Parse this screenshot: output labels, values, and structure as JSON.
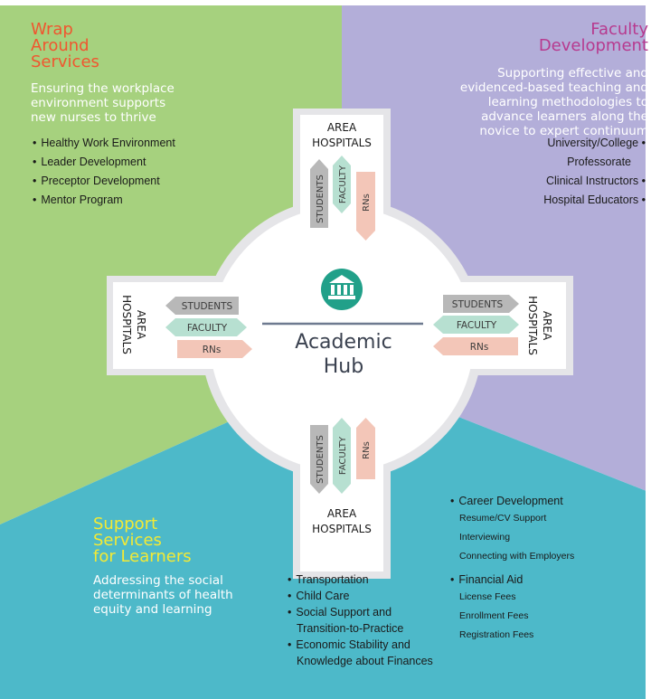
{
  "colors": {
    "wrap": "#a6d17e",
    "faculty": "#b3aed9",
    "support": "#4db9c9",
    "wrap_title": "#f0562f",
    "faculty_title": "#b73a8f",
    "support_title": "#f4ea34",
    "hub_icon": "#21a089",
    "students": "#b8b8b8",
    "faculty_arrow": "#b7e0d1",
    "rns": "#f3c6b8"
  },
  "wrap": {
    "title_lines": [
      "Wrap",
      "Around",
      "Services"
    ],
    "subtitle_lines": [
      "Ensuring the workplace",
      "environment supports",
      "new nurses to thrive"
    ],
    "items": [
      "Healthy Work Environment",
      "Leader Development",
      "Preceptor Development",
      "Mentor Program"
    ]
  },
  "faculty": {
    "title_lines": [
      "Faculty",
      "Development"
    ],
    "subtitle_lines": [
      "Supporting effective and",
      "evidenced-based teaching and",
      "learning methodologies to",
      "advance learners along the",
      "novice to expert continuum"
    ],
    "items": [
      "University/College",
      "Professorate",
      "Clinical Instructors",
      "Hospital Educators"
    ]
  },
  "support": {
    "title_lines": [
      "Support",
      "Services",
      "for Learners"
    ],
    "subtitle_lines": [
      "Addressing the social",
      "determinants of health",
      "equity and learning"
    ],
    "mid_items": [
      "Transportation",
      "Child Care",
      "Social Support and",
      "Transition-to-Practice",
      "Economic Stability and",
      "Knowledge about Finances"
    ],
    "career": {
      "title": "Career Development",
      "items": [
        "Resume/CV Support",
        "Interviewing",
        "Connecting with Employers"
      ]
    },
    "financial": {
      "title": "Financial Aid",
      "items": [
        "License Fees",
        "Enrollment Fees",
        "Registration Fees"
      ]
    }
  },
  "hub": {
    "line1": "Academic",
    "line2": "Hub",
    "icon": "institution-building-icon"
  },
  "area_label": [
    "AREA",
    "HOSPITALS"
  ],
  "arrows": {
    "students": "STUDENTS",
    "faculty": "FACULTY",
    "rns": "RNs"
  },
  "bullet": "•"
}
